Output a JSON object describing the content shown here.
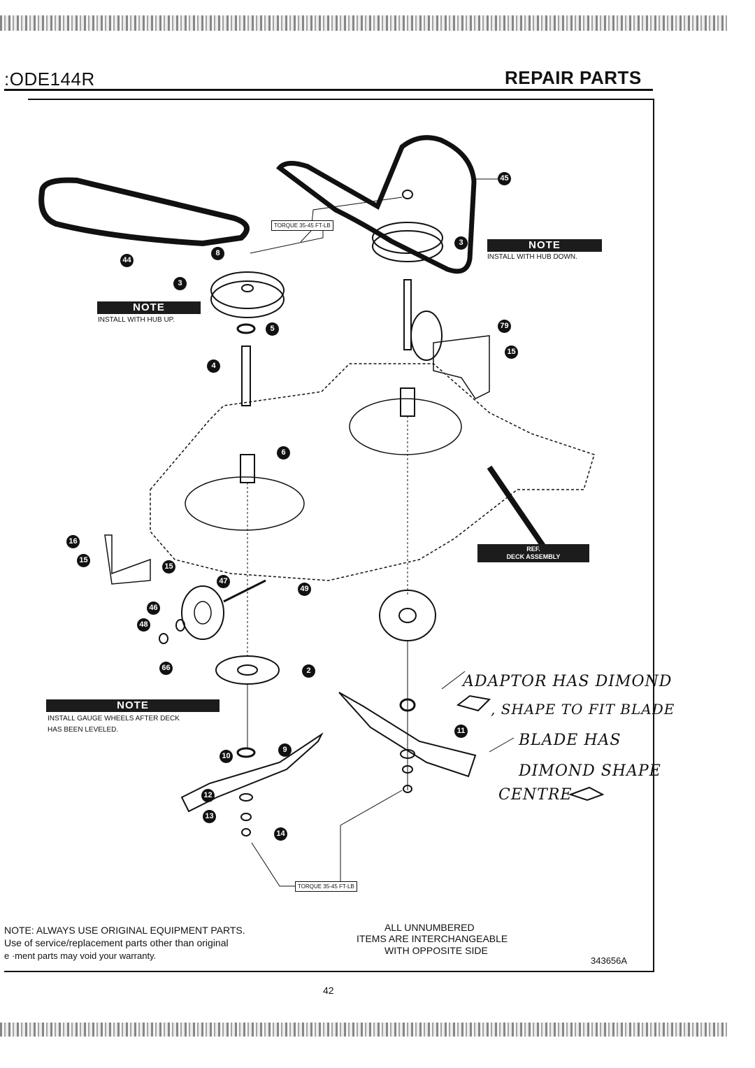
{
  "header": {
    "model": ":ODE144R",
    "section": "REPAIR PARTS"
  },
  "notes": {
    "note_label": "NOTE",
    "hub_up": "INSTALL WITH HUB UP.",
    "hub_down": "INSTALL WITH HUB DOWN.",
    "gauge_wheels_line1": "INSTALL GAUGE WHEELS AFTER DECK",
    "gauge_wheels_line2": "HAS BEEN LEVELED."
  },
  "torque": {
    "label": "TORQUE 35-45 FT-LB"
  },
  "ref": {
    "line1": "REF.",
    "line2": "DECK ASSEMBLY"
  },
  "callouts": [
    "45",
    "44",
    "8",
    "3",
    "3",
    "5",
    "4",
    "79",
    "15",
    "6",
    "16",
    "15",
    "15",
    "47",
    "49",
    "46",
    "48",
    "66",
    "2",
    "11",
    "10",
    "9",
    "12",
    "13",
    "14"
  ],
  "handwriting": {
    "line1": "ADAPTOR HAS DIMOND",
    "line2": ", SHAPE TO FIT BLADE",
    "line3": "BLADE HAS",
    "line4": "DIMOND SHAPE",
    "line5": "CENTRE"
  },
  "footer": {
    "note_line1": "NOTE: ALWAYS USE ORIGINAL EQUIPMENT PARTS.",
    "note_line2": "Use of service/replacement parts other than original",
    "note_line3": "e   ·ment parts may void your warranty.",
    "unnumbered_line1": "ALL UNNUMBERED",
    "unnumbered_line2": "ITEMS ARE INTERCHANGEABLE",
    "unnumbered_line3": "WITH OPPOSITE SIDE",
    "part_number": "343656A",
    "page_number": "42"
  }
}
